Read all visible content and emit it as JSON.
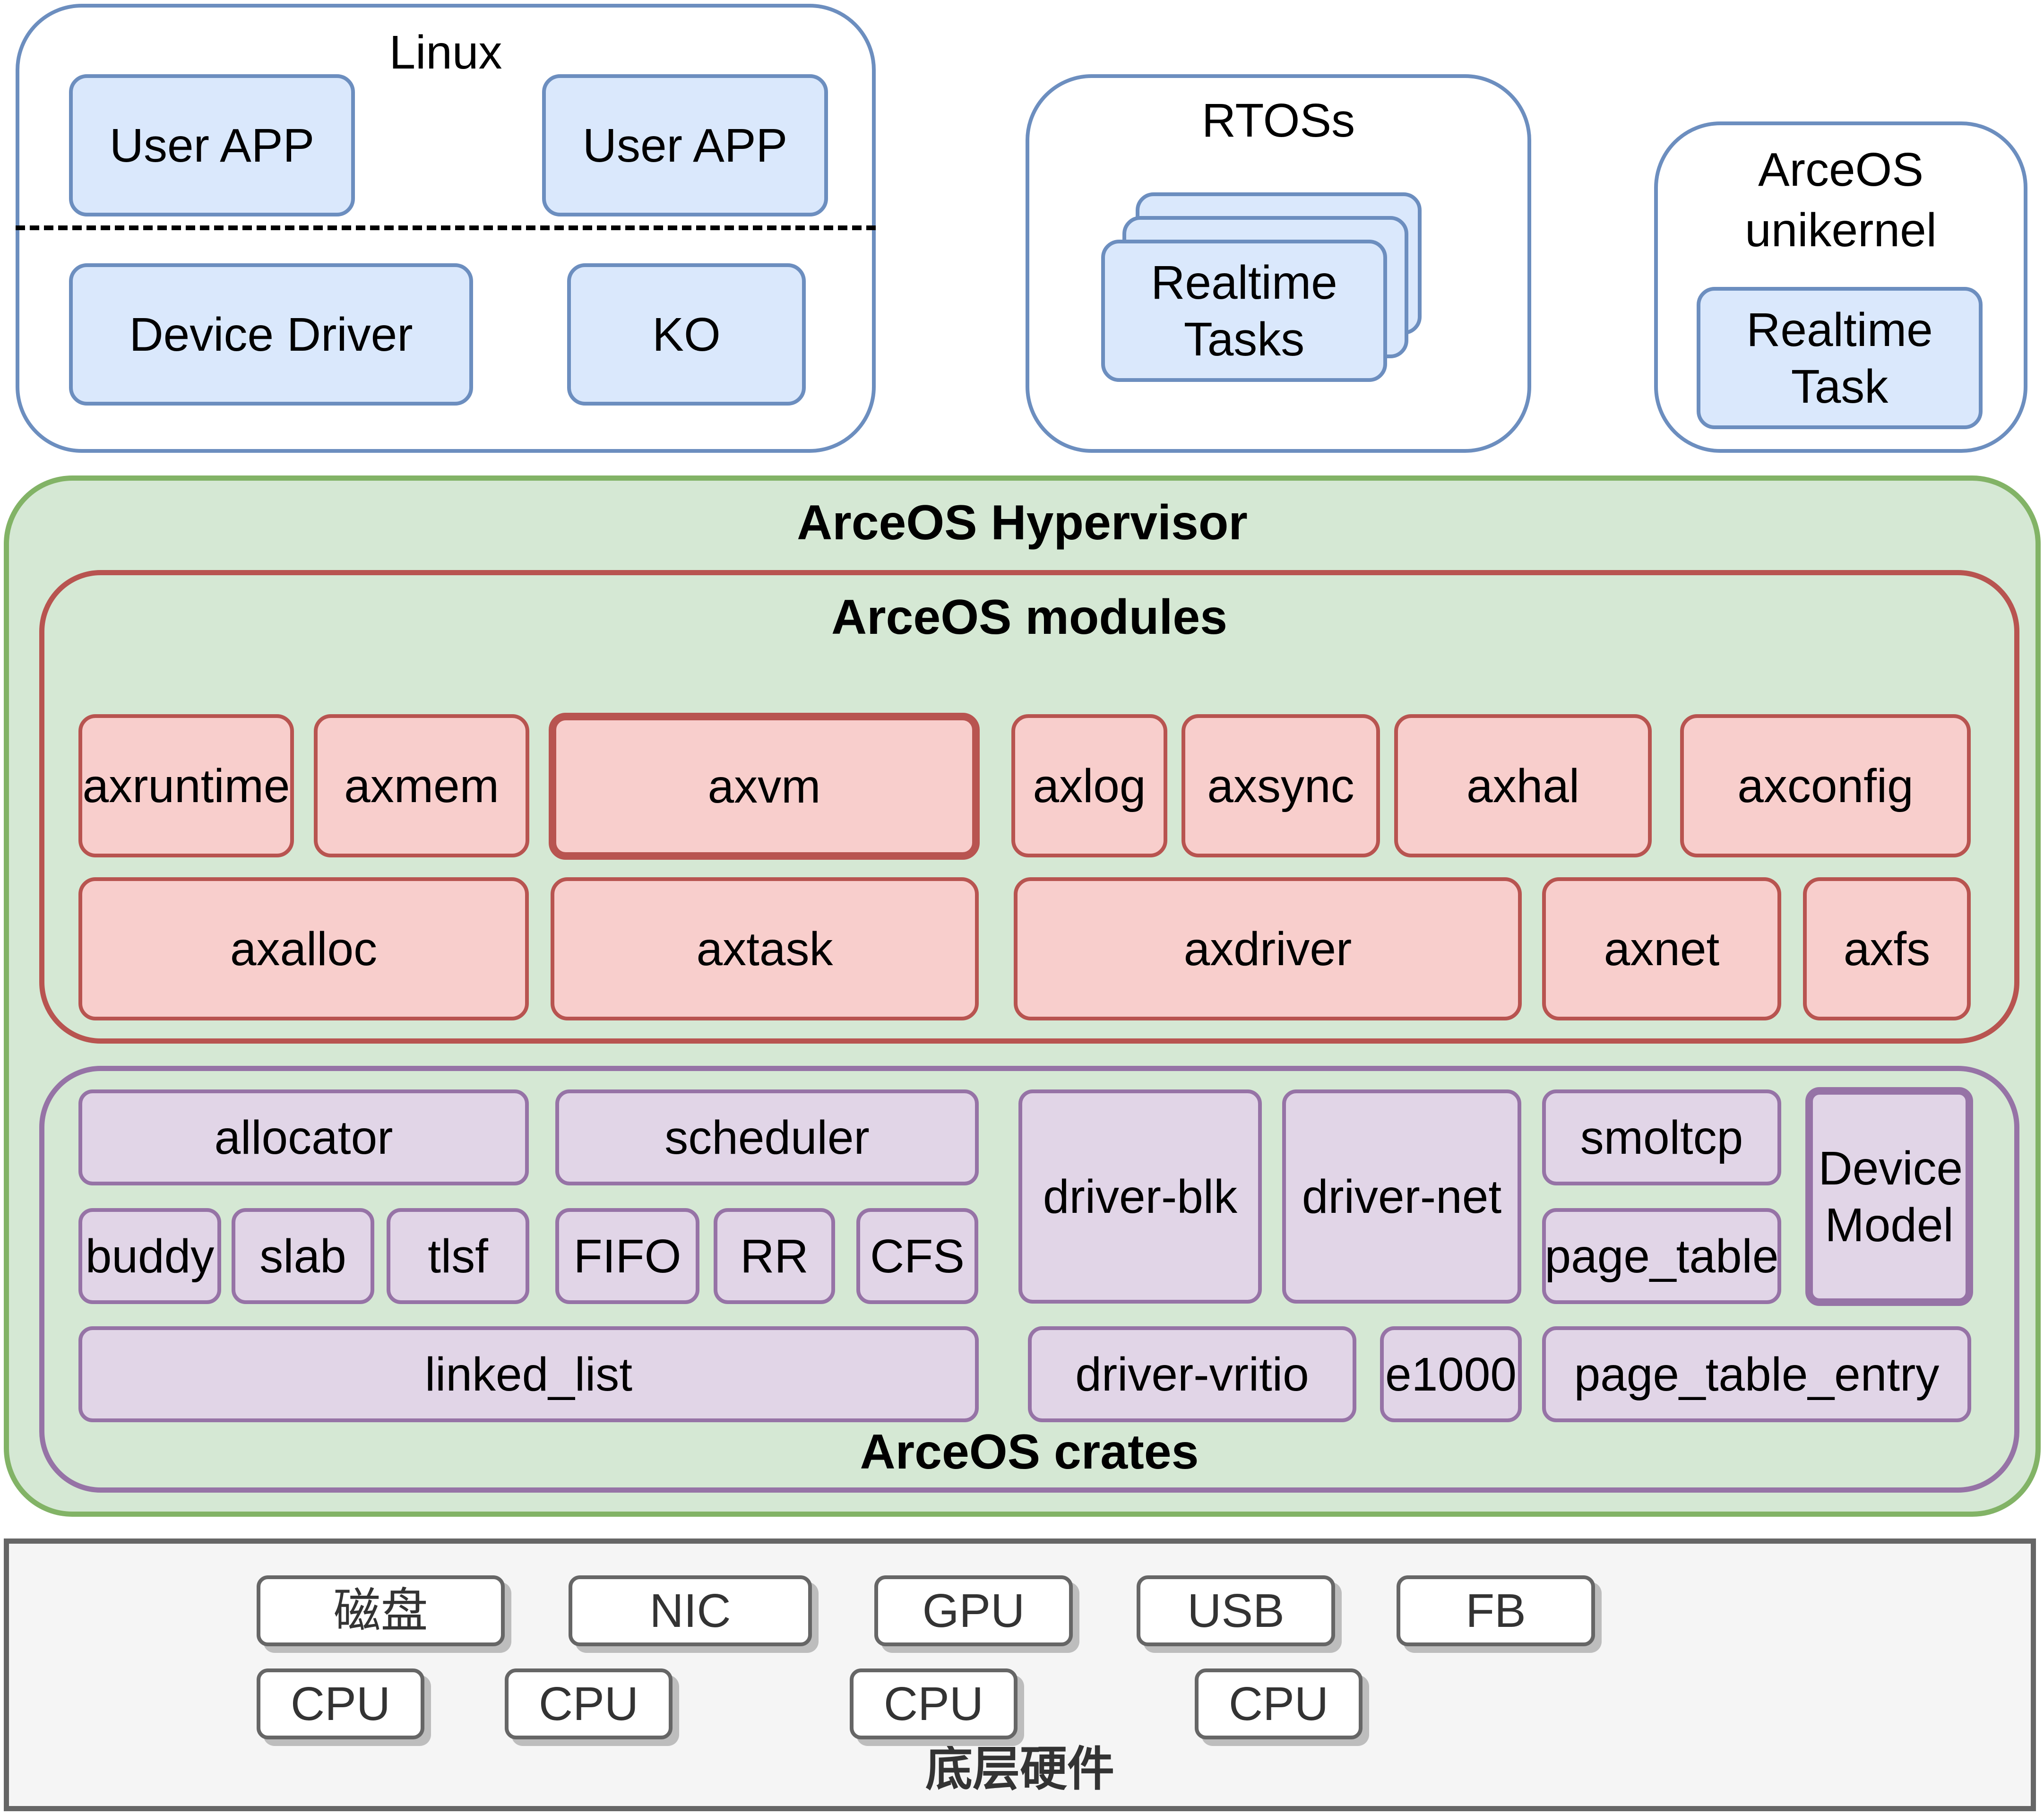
{
  "linux": {
    "title": "Linux",
    "user_app_1": "User APP",
    "user_app_2": "User APP",
    "device_driver": "Device Driver",
    "ko": "KO"
  },
  "rtos": {
    "title": "RTOSs",
    "tasks": "Realtime Tasks"
  },
  "unikernel": {
    "title": "ArceOS unikernel",
    "task": "Realtime Task"
  },
  "hypervisor": {
    "title": "ArceOS Hypervisor"
  },
  "modules": {
    "title": "ArceOS modules",
    "row1": [
      "axruntime",
      "axmem",
      "axvm",
      "axlog",
      "axsync",
      "axhal",
      "axconfig"
    ],
    "row2": [
      "axalloc",
      "axtask",
      "axdriver",
      "axnet",
      "axfs"
    ]
  },
  "crates": {
    "title": "ArceOS crates",
    "allocator": "allocator",
    "buddy": "buddy",
    "slab": "slab",
    "tlsf": "tlsf",
    "scheduler": "scheduler",
    "fifo": "FIFO",
    "rr": "RR",
    "cfs": "CFS",
    "driver_blk": "driver-blk",
    "driver_net": "driver-net",
    "smoltcp": "smoltcp",
    "page_table": "page_table",
    "device_model": "Device Model",
    "linked_list": "linked_list",
    "driver_vritio": "driver-vritio",
    "e1000": "e1000",
    "page_table_entry": "page_table_entry"
  },
  "hardware": {
    "title": "底层硬件",
    "disk": "磁盘",
    "nic": "NIC",
    "gpu": "GPU",
    "usb": "USB",
    "fb": "FB",
    "cpus": [
      "CPU",
      "CPU",
      "CPU",
      "CPU"
    ]
  }
}
